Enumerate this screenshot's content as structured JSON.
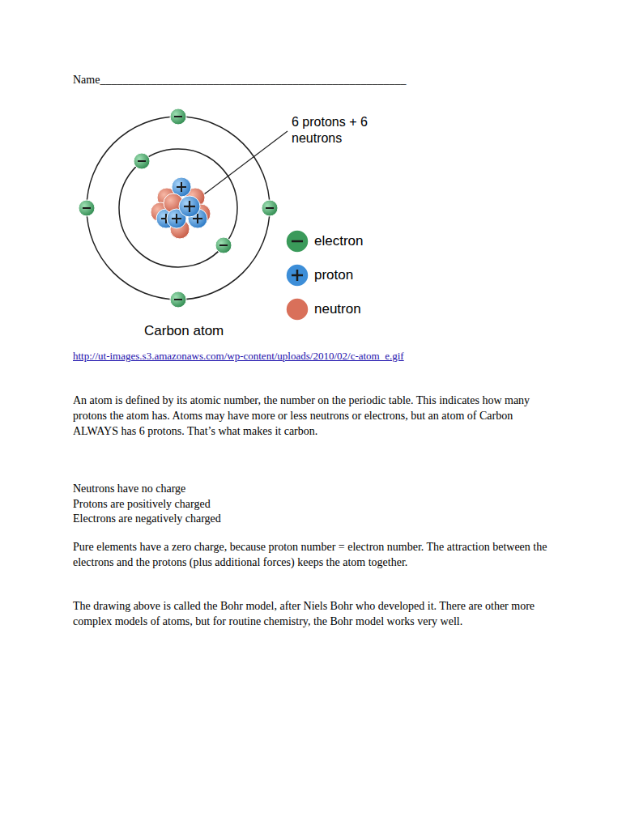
{
  "diagram": {
    "caption": "Carbon atom",
    "labels": [
      "Name______________________________________________________",
      "6 protons + 6 neutrons",
      "http://ut-images.s3.amazonaws.com/wp-content/uploads/2010/02/c-atom_e.gif",
      "An atom is defined by its atomic number, the number on the periodic table. This indicates how many protons the atom has. Atoms may have more or less neutrons or electrons, but an atom of Carbon ALWAYS has 6 protons. That’s what makes it carbon.",
      "Neutrons have no charge",
      "Protons are positively charged",
      "Electrons are negatively charged",
      "Pure elements have a zero charge, because proton number = electron number. The attraction between the electrons and the protons (plus additional forces) keeps the atom together.",
      "The drawing above is called the Bohr model, after Niels Bohr who developed it. There are other more complex models of atoms, but for routine chemistry, the Bohr model works very well."
    ],
    "legend": [
      {
        "text": "electron",
        "color": "#3a9a5a"
      },
      {
        "text": "proton",
        "color": "#3d8ed8"
      },
      {
        "text": "neutron",
        "color": "#d9705a"
      }
    ]
  }
}
